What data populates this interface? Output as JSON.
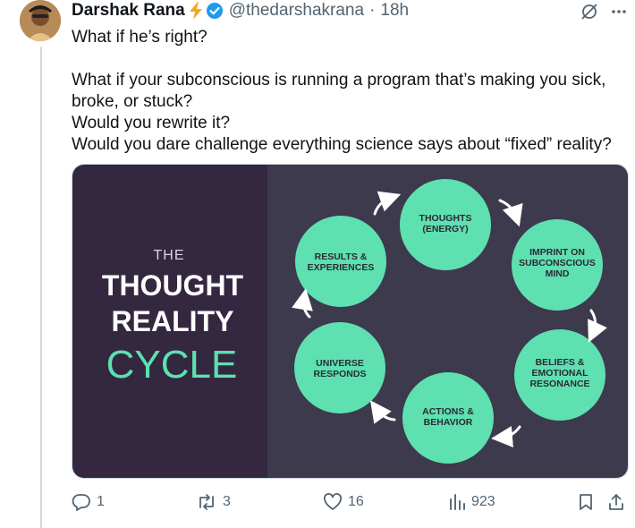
{
  "tweet": {
    "author_name": "Darshak Rana",
    "handle": "@thedarshakrana",
    "separator": "·",
    "time": "18h",
    "lines": [
      "What if he’s right?",
      "What if your subconscious is running a program that’s making you sick,",
      "broke, or stuck?",
      "Would you rewrite it?",
      "Would you dare challenge everything science says about “fixed” reality?"
    ]
  },
  "infographic": {
    "title_the": "THE",
    "title_thought": "THOUGHT",
    "title_reality": "REALITY",
    "title_cycle": "CYCLE",
    "nodes": [
      {
        "line1": "THOUGHTS",
        "line2": "(ENERGY)",
        "line3": ""
      },
      {
        "line1": "IMPRINT ON",
        "line2": "SUBCONSCIOUS",
        "line3": "MIND"
      },
      {
        "line1": "BELIEFS &",
        "line2": "EMOTIONAL",
        "line3": "RESONANCE"
      },
      {
        "line1": "ACTIONS &",
        "line2": "BEHAVIOR",
        "line3": ""
      },
      {
        "line1": "UNIVERSE",
        "line2": "RESPONDS",
        "line3": ""
      },
      {
        "line1": "RESULTS &",
        "line2": "EXPERIENCES",
        "line3": ""
      }
    ],
    "colors": {
      "left_panel": "#33283f",
      "right_panel": "#3d3a4d",
      "node": "#5ee0b0",
      "cycle_text": "#5ee0b0"
    }
  },
  "actions": {
    "replies": "1",
    "reposts": "3",
    "likes": "16",
    "views": "923"
  },
  "icons": [
    "verified-badge-icon",
    "lightning-icon",
    "grok-icon",
    "more-icon",
    "reply-icon",
    "repost-icon",
    "like-icon",
    "views-icon",
    "bookmark-icon",
    "share-icon"
  ]
}
